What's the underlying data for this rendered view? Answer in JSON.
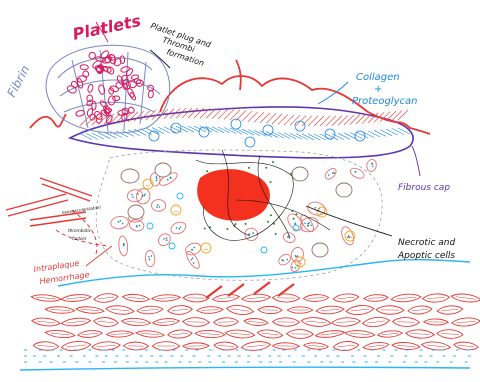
{
  "labels": {
    "platelets": "Platlets",
    "fibrin": "Fibrin",
    "plug_line1": "Platlet plug and",
    "plug_line2": "Thrombi",
    "plug_line3": "formation",
    "collagen_line1": "Collagen",
    "collagen_line2": "+",
    "collagen_line3": "Proteoglycan",
    "fibrous_cap": "Fibrous cap",
    "necrotic_line1": "Necrotic and",
    "necrotic_line2": "Apoptic cells",
    "hemorrhage_line1": "Intraplaque",
    "hemorrhage_line2": "Hemorrhage",
    "small_line1": "neovascularization",
    "small_line2": "thrombotic",
    "small_line3": "factors"
  },
  "colors": {
    "platelets": "#d81b60",
    "fibrin": "#7986cb",
    "red_outline": "#e53935",
    "core": "#f4311f",
    "collagen": "#1e88e5",
    "cap_outline": "#5e35b1",
    "lumen_blue": "#29b6f6",
    "ink": "#111111",
    "muscle": "#e57373",
    "cell_yellow": "#f9a825",
    "cell_green": "#2e7d32"
  }
}
